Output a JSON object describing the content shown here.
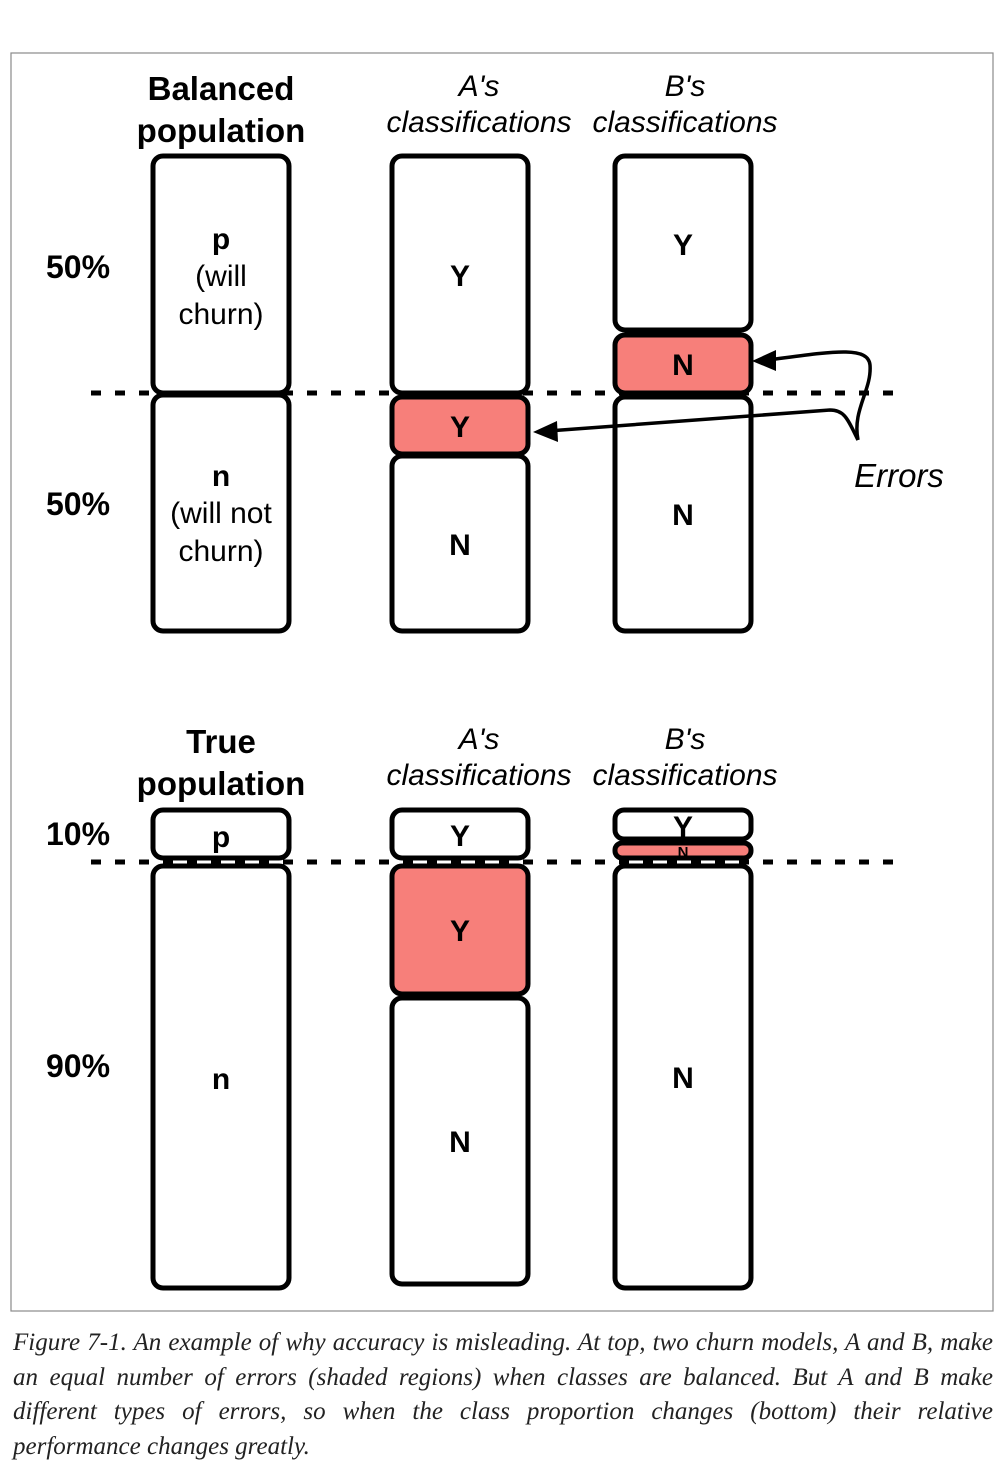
{
  "top": {
    "population_title": [
      "Balanced",
      "population"
    ],
    "a_title": [
      "A's",
      "classifications"
    ],
    "b_title": [
      "B's",
      "classifications"
    ],
    "pct_upper": "50%",
    "pct_lower": "50%",
    "pop_upper": [
      "p",
      "(will",
      "churn)"
    ],
    "pop_lower": [
      "n",
      "(will not",
      "churn)"
    ],
    "a_labels": [
      "Y",
      "Y",
      "N"
    ],
    "b_labels": [
      "Y",
      "N",
      "N"
    ],
    "errors_label": "Errors"
  },
  "bottom": {
    "population_title": [
      "True",
      "population"
    ],
    "a_title": [
      "A's",
      "classifications"
    ],
    "b_title": [
      "B's",
      "classifications"
    ],
    "pct_upper": "10%",
    "pct_lower": "90%",
    "pop_upper": "p",
    "pop_lower": "n",
    "a_labels": [
      "Y",
      "Y",
      "N"
    ],
    "b_labels": [
      "Y",
      "N",
      "N"
    ]
  },
  "colors": {
    "error_fill": "#f77f7a",
    "outline": "#000000"
  },
  "caption": "Figure 7-1. An example of why accuracy is misleading. At top, two churn models, A and B, make an equal number of errors (shaded regions) when classes are balanced. But A and B make different types of errors, so when the class proportion changes (bottom) their relative performance changes greatly."
}
